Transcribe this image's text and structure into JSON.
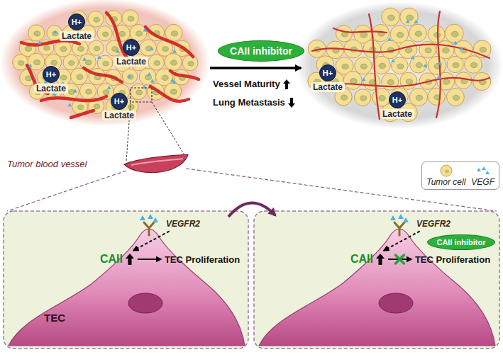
{
  "diagram": {
    "nodes": [
      {
        "text": [
          "H+",
          "Lactate"
        ]
      },
      {
        "text": [
          "H+",
          "Lactate"
        ]
      },
      {
        "text": [
          "H+",
          "Lactate"
        ]
      },
      {
        "text": [
          "H+",
          "Lactate"
        ]
      },
      {
        "text": [
          "CAII inhibitor"
        ]
      },
      {
        "text": [
          "H+",
          "Lactate"
        ]
      },
      {
        "text": [
          "H+",
          "Lactate"
        ]
      },
      {
        "text": [
          "VEGFR2"
        ]
      },
      {
        "text": [
          "CAII"
        ]
      },
      {
        "text": [
          "TEC Proliferation"
        ]
      },
      {
        "text": [
          "VEGFR2"
        ]
      },
      {
        "text": [
          "CAII inhibitor"
        ]
      },
      {
        "text": [
          "CAII"
        ]
      },
      {
        "text": [
          "TEC Proliferation"
        ]
      }
    ],
    "edges": [
      {
        "from": 7,
        "to": 8,
        "arrow": "to"
      },
      {
        "from": 8,
        "to": 9,
        "arrow": "to"
      },
      {
        "from": 10,
        "to": 12,
        "arrow": "to"
      },
      {
        "from": 12,
        "to": 13,
        "arrow": "to"
      }
    ],
    "labels": [
      "Vessel Maturity",
      "Lung Metastasis",
      "Tumor blood vessel",
      "TEC"
    ],
    "legend": [
      {
        "text": "Tumor cell"
      },
      {
        "text": "VEGF"
      }
    ]
  }
}
